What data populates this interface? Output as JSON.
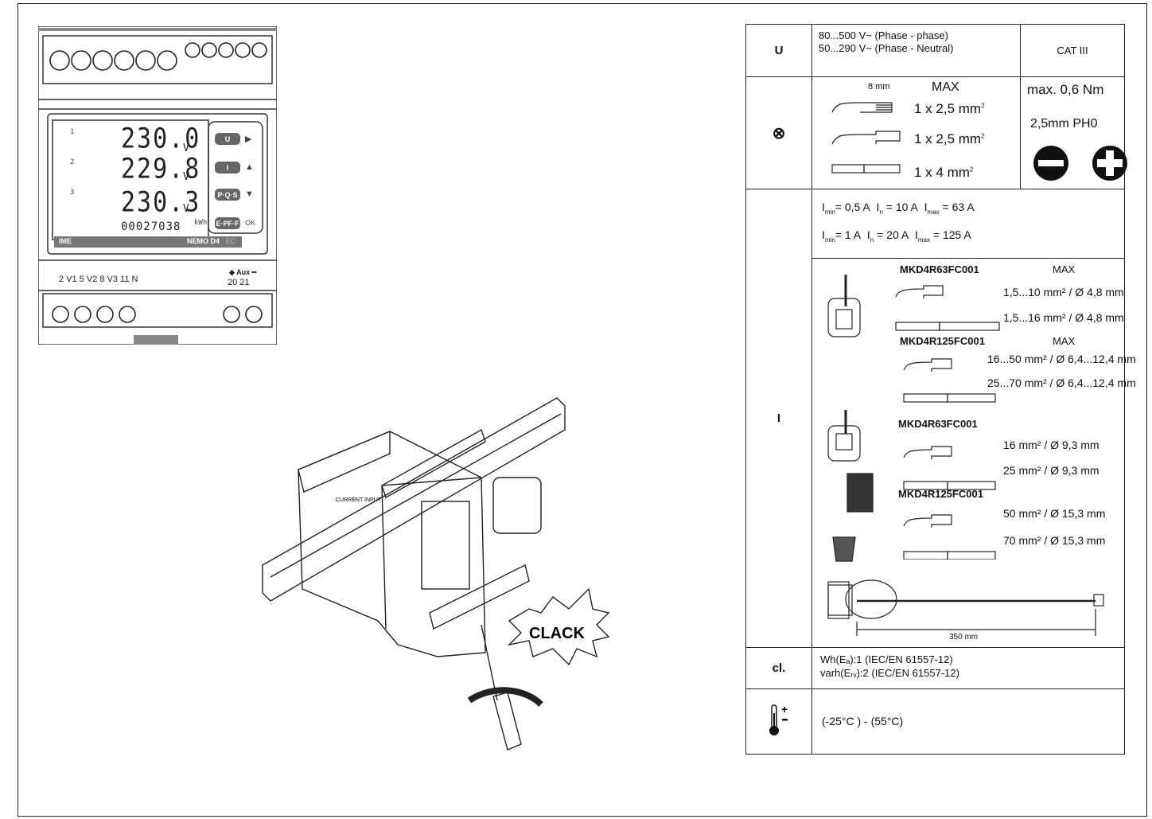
{
  "meter": {
    "rows": [
      {
        "n": "1",
        "value": "230.0",
        "unit": "V"
      },
      {
        "n": "2",
        "value": "229.8",
        "unit": "V"
      },
      {
        "n": "3",
        "value": "230.3",
        "unit": "V"
      }
    ],
    "energy": "00027038",
    "energy_unit": "kWh",
    "buttons": [
      {
        "label": "U",
        "arrow": "▶"
      },
      {
        "label": "I",
        "arrow": "▲"
      },
      {
        "label": "P·Q·S",
        "arrow": "▼"
      },
      {
        "label": "E·PF·F",
        "arrow": "OK"
      }
    ],
    "brand": "IME",
    "model": "NEMO D4",
    "model_suffix": "EC",
    "terminals_left": "2 V1  5 V2  8 V3  11 N",
    "aux_label": "◆ Aux ━",
    "aux_terminals": "20   21"
  },
  "install": {
    "current_input": "CURRENT INPUT",
    "clack": "CLACK"
  },
  "spec": {
    "u": {
      "symbol": "U",
      "line1": "80...500 V~ (Phase - phase)",
      "line2": "50...290 V~ (Phase - Neutral)",
      "cat": "CAT III"
    },
    "wire": {
      "strip": "8 mm",
      "max": "MAX",
      "s1": "1 x 2,5 mm",
      "s2": "1 x 2,5 mm",
      "s3": "1 x 4 mm",
      "torque": "max. 0,6 Nm",
      "tools": "2,5mm  PH0"
    },
    "i": {
      "symbol": "I",
      "r1": {
        "imin": "= 0,5 A",
        "in": " = 10 A",
        "imax": " = 63 A"
      },
      "r2": {
        "imin": "=   1 A",
        "in": " = 20 A",
        "imax": " = 125 A"
      },
      "ct1_name": "MKD4R63FC001",
      "ct1_max": "MAX",
      "ct1_a": "1,5...10 mm² / Ø 4,8 mm",
      "ct1_b": "1,5...16 mm² / Ø 4,8 mm",
      "ct2_name": "MKD4R125FC001",
      "ct2_max": "MAX",
      "ct2_a": "16...50 mm² / Ø 6,4...12,4 mm",
      "ct2_b": "25...70 mm² / Ø 6,4...12,4 mm",
      "ct3_name": "MKD4R63FC001",
      "ct3_a": "16 mm² / Ø 9,3 mm",
      "ct3_b": "25 mm² / Ø 9,3 mm",
      "ct4_name": "MKD4R125FC001",
      "ct4_a": "50 mm² / Ø 15,3 mm",
      "ct4_b": "70 mm² / Ø 15,3 mm",
      "cable_len": "350 mm"
    },
    "cl": {
      "symbol": "cl.",
      "line1": "Wh(Eₐ):1   (IEC/EN 61557-12)",
      "line2": "varh(Eᵣᵥ):2 (IEC/EN 61557-12)"
    },
    "temp": {
      "range": "(-25°C ) - (55°C)"
    }
  }
}
